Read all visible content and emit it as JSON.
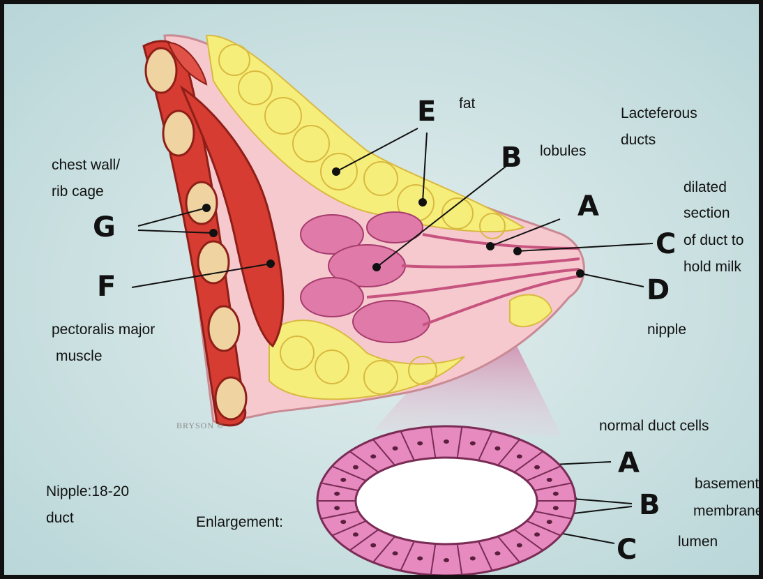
{
  "labels": {
    "fat": "fat",
    "lacteferous_1": "Lacteferous",
    "lacteferous_2": "ducts",
    "lobules": "lobules",
    "chest_wall_1": "chest wall/",
    "chest_wall_2": "rib cage",
    "dilated_1": "dilated",
    "dilated_2": "section",
    "dilated_3": "of duct to",
    "dilated_4": "hold milk",
    "pectoralis_1": "pectoralis major",
    "pectoralis_2": "muscle",
    "nipple": "nipple",
    "normal_duct_cells": "normal duct cells",
    "basement_1": "basement",
    "basement_2": "membrane",
    "lumen": "lumen",
    "nipple_count_1": "Nipple:18-20",
    "nipple_count_2": "duct",
    "enlargement": "Enlargement:"
  },
  "letters": {
    "E": "E",
    "B": "B",
    "A": "A",
    "C": "C",
    "D": "D",
    "G": "G",
    "F": "F",
    "enl_A": "A",
    "enl_B": "B",
    "enl_C": "C"
  },
  "credit": "BRYSON ©",
  "colors": {
    "background": "#cfe3e4",
    "skin": "#f6c9cf",
    "fat": "#f6ee7a",
    "muscle": "#d63c32",
    "rib": "#efd3a0",
    "lobule": "#e07aa8",
    "duct_cell": "#e68ac0",
    "lumen": "#ffffff"
  }
}
